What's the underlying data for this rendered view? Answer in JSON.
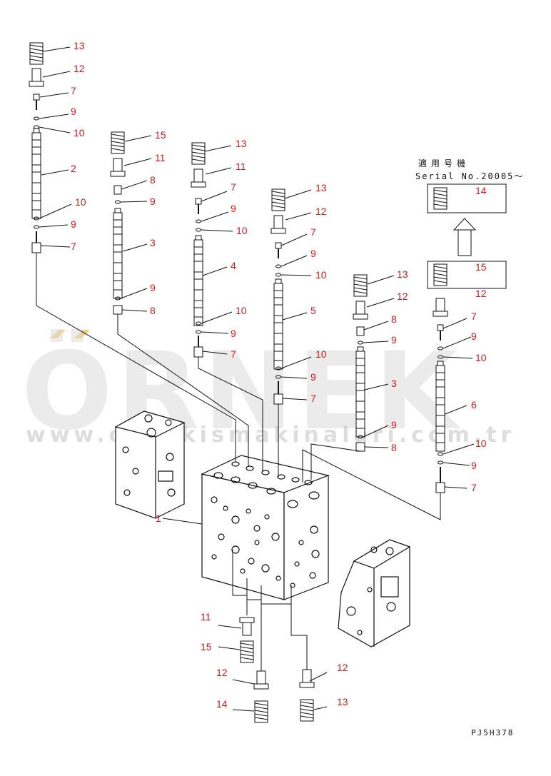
{
  "watermark": {
    "brand": "ÖRNEK",
    "url": "www.ornekismakinalari.com.tr",
    "accent_color": "#e8c24a"
  },
  "serial_box": {
    "applicable_label": "適用号機",
    "serial_text": "Serial No.20005～"
  },
  "drawing_code": "PJ5H378",
  "colors": {
    "callout": "#d11a1a",
    "line": "#111111"
  },
  "callouts": [
    {
      "id": "c1",
      "text": "13"
    },
    {
      "id": "c2",
      "text": "12"
    },
    {
      "id": "c3",
      "text": "7"
    },
    {
      "id": "c4",
      "text": "9"
    },
    {
      "id": "c5",
      "text": "10"
    },
    {
      "id": "c6",
      "text": "2"
    },
    {
      "id": "c7",
      "text": "10"
    },
    {
      "id": "c8",
      "text": "9"
    },
    {
      "id": "c9",
      "text": "7"
    },
    {
      "id": "c10",
      "text": "15"
    },
    {
      "id": "c11",
      "text": "11"
    },
    {
      "id": "c12",
      "text": "8"
    },
    {
      "id": "c13",
      "text": "9"
    },
    {
      "id": "c14",
      "text": "3"
    },
    {
      "id": "c15",
      "text": "9"
    },
    {
      "id": "c16",
      "text": "8"
    },
    {
      "id": "c17",
      "text": "13"
    },
    {
      "id": "c18",
      "text": "11"
    },
    {
      "id": "c19",
      "text": "7"
    },
    {
      "id": "c20",
      "text": "9"
    },
    {
      "id": "c21",
      "text": "10"
    },
    {
      "id": "c22",
      "text": "4"
    },
    {
      "id": "c23",
      "text": "10"
    },
    {
      "id": "c24",
      "text": "9"
    },
    {
      "id": "c25",
      "text": "7"
    },
    {
      "id": "c26",
      "text": "13"
    },
    {
      "id": "c27",
      "text": "12"
    },
    {
      "id": "c28",
      "text": "7"
    },
    {
      "id": "c29",
      "text": "9"
    },
    {
      "id": "c30",
      "text": "10"
    },
    {
      "id": "c31",
      "text": "5"
    },
    {
      "id": "c32",
      "text": "10"
    },
    {
      "id": "c33",
      "text": "9"
    },
    {
      "id": "c34",
      "text": "7"
    },
    {
      "id": "c35",
      "text": "13"
    },
    {
      "id": "c36",
      "text": "12"
    },
    {
      "id": "c37",
      "text": "8"
    },
    {
      "id": "c38",
      "text": "9"
    },
    {
      "id": "c39",
      "text": "3"
    },
    {
      "id": "c40",
      "text": "9"
    },
    {
      "id": "c41",
      "text": "8"
    },
    {
      "id": "c42",
      "text": "14"
    },
    {
      "id": "c43",
      "text": "15"
    },
    {
      "id": "c44",
      "text": "12"
    },
    {
      "id": "c45",
      "text": "7"
    },
    {
      "id": "c46",
      "text": "9"
    },
    {
      "id": "c47",
      "text": "10"
    },
    {
      "id": "c48",
      "text": "6"
    },
    {
      "id": "c49",
      "text": "10"
    },
    {
      "id": "c50",
      "text": "9"
    },
    {
      "id": "c51",
      "text": "7"
    },
    {
      "id": "c52",
      "text": "1"
    },
    {
      "id": "c53",
      "text": "11"
    },
    {
      "id": "c54",
      "text": "15"
    },
    {
      "id": "c55",
      "text": "12"
    },
    {
      "id": "c56",
      "text": "14"
    },
    {
      "id": "c57",
      "text": "12"
    },
    {
      "id": "c58",
      "text": "13"
    }
  ]
}
